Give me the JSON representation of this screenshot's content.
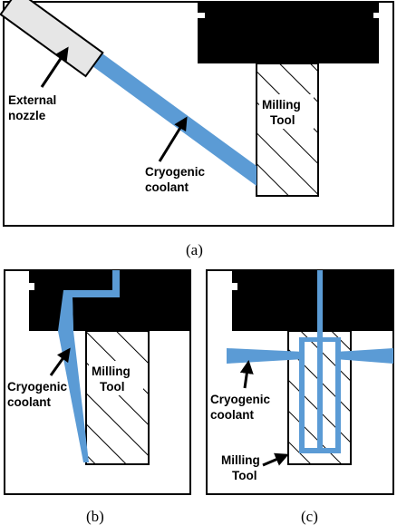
{
  "colors": {
    "coolant": "#5B9BD5",
    "holder": "#000000",
    "frame": "#000000",
    "background": "#ffffff"
  },
  "panel_a": {
    "caption": "(a)",
    "labels": {
      "nozzle_line1": "External",
      "nozzle_line2": "nozzle",
      "coolant_line1": "Cryogenic",
      "coolant_line2": "coolant",
      "tool_line1": "Milling",
      "tool_line2": "Tool"
    }
  },
  "panel_b": {
    "caption": "(b)",
    "labels": {
      "coolant_line1": "Cryogenic",
      "coolant_line2": "coolant",
      "tool_line1": "Milling",
      "tool_line2": "Tool"
    }
  },
  "panel_c": {
    "caption": "(c)",
    "labels": {
      "coolant_line1": "Cryogenic",
      "coolant_line2": "coolant",
      "tool_line1": "Milling",
      "tool_line2": "Tool"
    }
  }
}
